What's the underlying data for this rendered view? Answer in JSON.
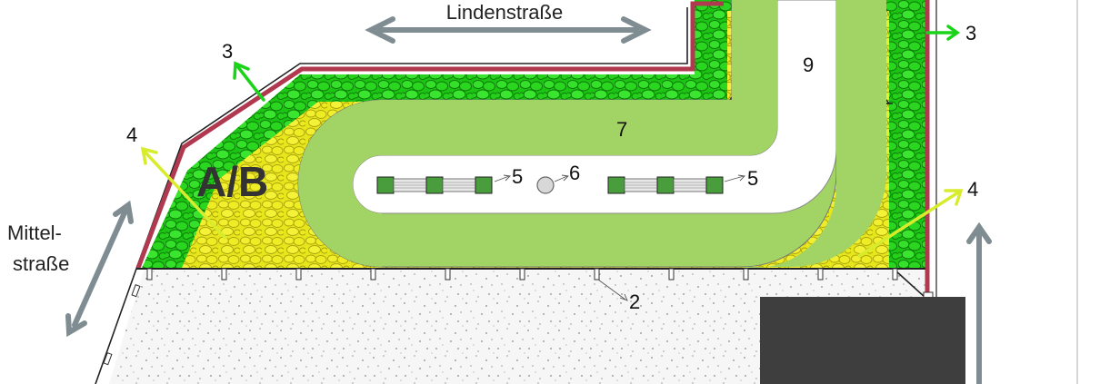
{
  "streets": {
    "top": "Lindenstraße",
    "left_line1": "Mittel-",
    "left_line2": "straße"
  },
  "zone_label": "A/B",
  "callouts": {
    "n2": "2",
    "n3_left": "3",
    "n3_right": "3",
    "n4_left": "4",
    "n4_right": "4",
    "n5_left": "5",
    "n5_right": "5",
    "n6": "6",
    "n7": "7",
    "n9": "9"
  },
  "colors": {
    "dark_green": "#1cc414",
    "yellow_green": "#e6e61c",
    "light_green": "#a2d465",
    "wall_red": "#b0394f",
    "street_arrow": "#7f8c91",
    "arrow_green": "#19d419",
    "arrow_yellow": "#d8ec2e",
    "building": "#3e3e3e",
    "bench_square": "#4a9d3d",
    "gravel": "#f6f6f6"
  }
}
